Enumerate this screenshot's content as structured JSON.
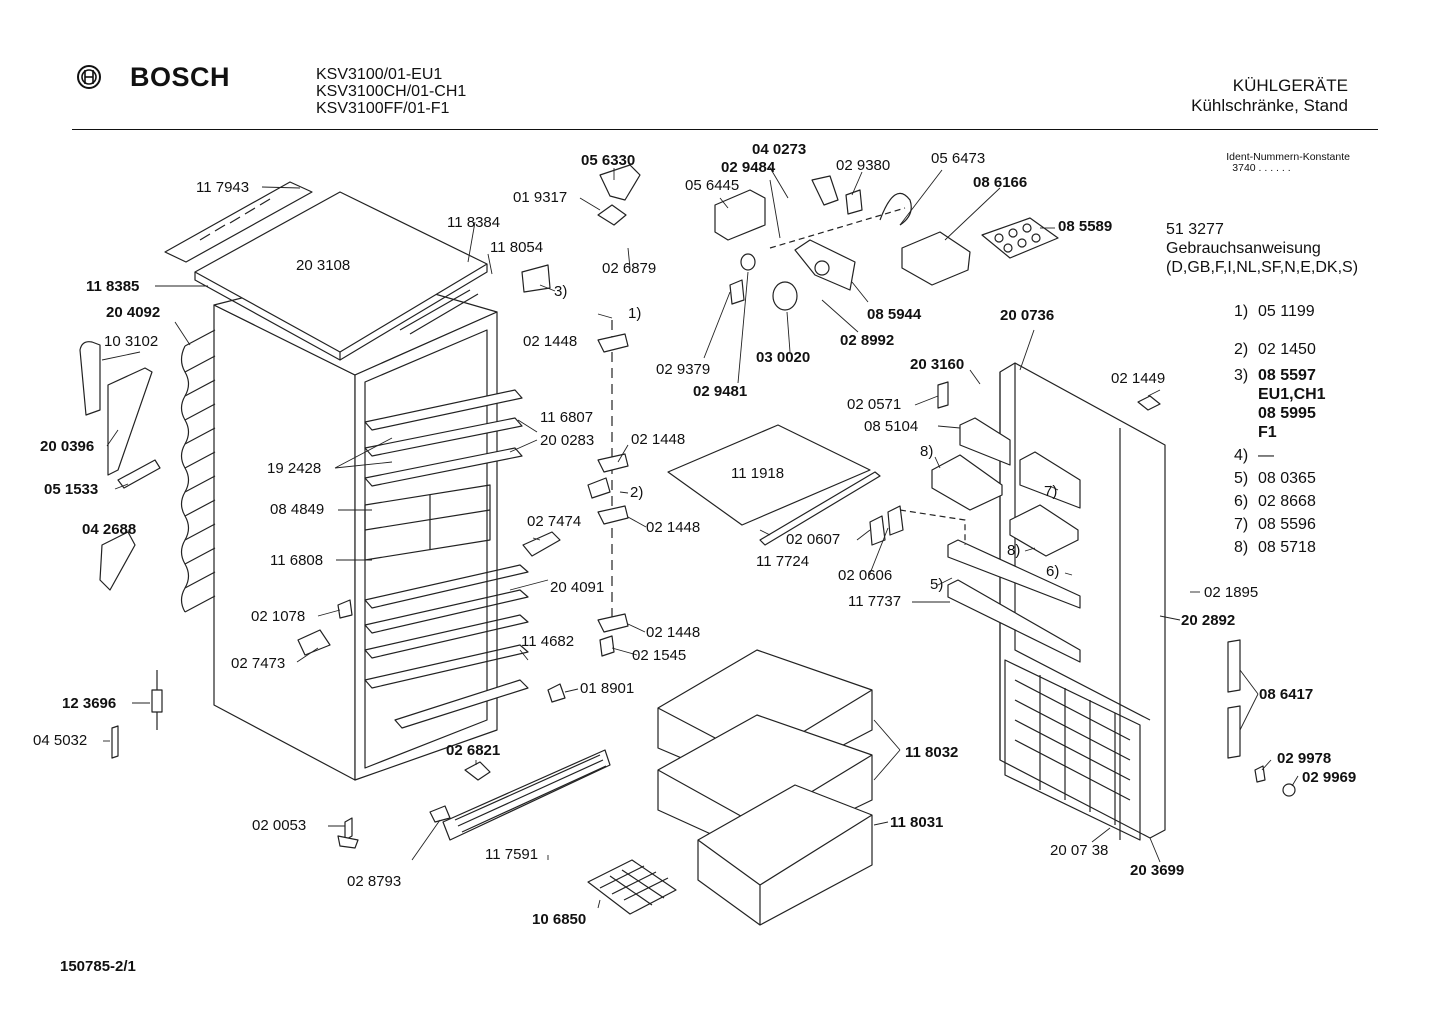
{
  "header": {
    "brand": "BOSCH",
    "models": [
      "KSV3100/01-EU1",
      "KSV3100CH/01-CH1",
      "KSV3100FF/01-F1"
    ],
    "category": "KÜHLGERÄTE",
    "subcategory": "Kühlschränke, Stand"
  },
  "ident": {
    "label": "Ident-Nummern-Konstante",
    "value": "3740 . .   . . . ."
  },
  "manual": {
    "number": "51 3277",
    "title": "Gebrauchsanweisung",
    "languages": "(D,GB,F,I,NL,SF,N,E,DK,S)"
  },
  "footnotes": [
    {
      "key": "1)",
      "value": "05 1199"
    },
    {
      "key": "2)",
      "value": "02 1450"
    },
    {
      "key": "3)",
      "value": "08 5597"
    },
    {
      "key": "",
      "value": "EU1,CH1"
    },
    {
      "key": "",
      "value": "08 5995"
    },
    {
      "key": "",
      "value": "F1"
    },
    {
      "key": "4)",
      "value": "—"
    },
    {
      "key": "5)",
      "value": "08 0365"
    },
    {
      "key": "6)",
      "value": "02 8668"
    },
    {
      "key": "7)",
      "value": "08 5596"
    },
    {
      "key": "8)",
      "value": "08 5718"
    }
  ],
  "part_labels": [
    {
      "id": "p1",
      "text": "11 7943"
    },
    {
      "id": "p2",
      "text": "11 8384"
    },
    {
      "id": "p3",
      "text": "11 8054"
    },
    {
      "id": "p4",
      "text": "11 8385"
    },
    {
      "id": "p5",
      "text": "20 3108"
    },
    {
      "id": "p6",
      "text": "20 4092"
    },
    {
      "id": "p7",
      "text": "10 3102"
    },
    {
      "id": "p8",
      "text": "20 0396"
    },
    {
      "id": "p9",
      "text": "05 1533"
    },
    {
      "id": "p10",
      "text": "04 2688"
    },
    {
      "id": "p11",
      "text": "19 2428"
    },
    {
      "id": "p12",
      "text": "11 6807"
    },
    {
      "id": "p13",
      "text": "20 0283"
    },
    {
      "id": "p14",
      "text": "08 4849"
    },
    {
      "id": "p15",
      "text": "11 6808"
    },
    {
      "id": "p16",
      "text": "02 1078"
    },
    {
      "id": "p17",
      "text": "02 7473"
    },
    {
      "id": "p18",
      "text": "12 3696"
    },
    {
      "id": "p19",
      "text": "04 5032"
    },
    {
      "id": "p20",
      "text": "02 0053"
    },
    {
      "id": "p21",
      "text": "02 8793"
    },
    {
      "id": "p22",
      "text": "02 6821"
    },
    {
      "id": "p23",
      "text": "11 7591"
    },
    {
      "id": "p24",
      "text": "10 6850"
    },
    {
      "id": "p25",
      "text": "05 6330"
    },
    {
      "id": "p26",
      "text": "01 9317"
    },
    {
      "id": "p27",
      "text": "02 6879"
    },
    {
      "id": "p28",
      "text": "3)"
    },
    {
      "id": "p29",
      "text": "1)"
    },
    {
      "id": "p30",
      "text": "02 1448"
    },
    {
      "id": "p31",
      "text": "02 1448"
    },
    {
      "id": "p32",
      "text": "2)"
    },
    {
      "id": "p33",
      "text": "02 1448"
    },
    {
      "id": "p34",
      "text": "02 7474"
    },
    {
      "id": "p35",
      "text": "20 4091"
    },
    {
      "id": "p36",
      "text": "11 4682"
    },
    {
      "id": "p37",
      "text": "02 1448"
    },
    {
      "id": "p38",
      "text": "02 1545"
    },
    {
      "id": "p39",
      "text": "01 8901"
    },
    {
      "id": "p40",
      "text": "04 0273"
    },
    {
      "id": "p41",
      "text": "02 9484"
    },
    {
      "id": "p42",
      "text": "05 6445"
    },
    {
      "id": "p43",
      "text": "02 9380"
    },
    {
      "id": "p44",
      "text": "05 6473"
    },
    {
      "id": "p45",
      "text": "08 6166"
    },
    {
      "id": "p46",
      "text": "08 5589"
    },
    {
      "id": "p47",
      "text": "08 5944"
    },
    {
      "id": "p48",
      "text": "02 8992"
    },
    {
      "id": "p49",
      "text": "02 9379"
    },
    {
      "id": "p50",
      "text": "03 0020"
    },
    {
      "id": "p51",
      "text": "02 9481"
    },
    {
      "id": "p52",
      "text": "11 1918"
    },
    {
      "id": "p53",
      "text": "11 7724"
    },
    {
      "id": "p54",
      "text": "02 0607"
    },
    {
      "id": "p55",
      "text": "02 0606"
    },
    {
      "id": "p56",
      "text": "11 7737"
    },
    {
      "id": "p57",
      "text": "5)"
    },
    {
      "id": "p58",
      "text": "6)"
    },
    {
      "id": "p59",
      "text": "7)"
    },
    {
      "id": "p60",
      "text": "8)"
    },
    {
      "id": "p61",
      "text": "8)"
    },
    {
      "id": "p62",
      "text": "20 0736"
    },
    {
      "id": "p63",
      "text": "20 3160"
    },
    {
      "id": "p64",
      "text": "02 0571"
    },
    {
      "id": "p65",
      "text": "08 5104"
    },
    {
      "id": "p66",
      "text": "02 1449"
    },
    {
      "id": "p67",
      "text": "02 1895"
    },
    {
      "id": "p68",
      "text": "20 2892"
    },
    {
      "id": "p69",
      "text": "08 6417"
    },
    {
      "id": "p70",
      "text": "02 9978"
    },
    {
      "id": "p71",
      "text": "02 9969"
    },
    {
      "id": "p72",
      "text": "20 07 38"
    },
    {
      "id": "p73",
      "text": "20 3699"
    },
    {
      "id": "p74",
      "text": "11 8032"
    },
    {
      "id": "p75",
      "text": "11 8031"
    }
  ],
  "drawing_number": "150785-2/1"
}
